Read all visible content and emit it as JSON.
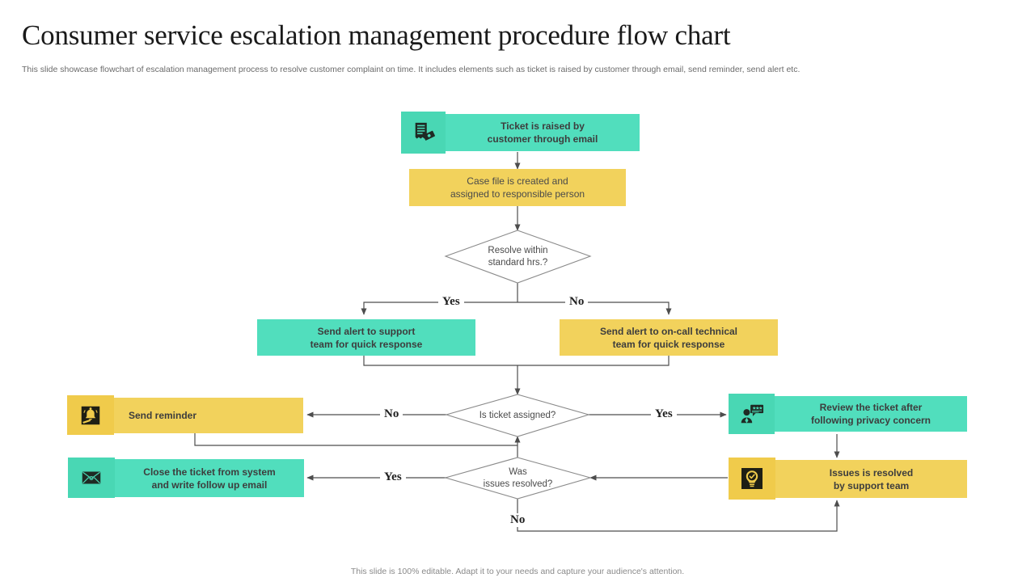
{
  "header": {
    "title": "Consumer service escalation management procedure flow chart",
    "subtitle": "This slide showcase flowchart of escalation management process to resolve customer complaint on time. It includes elements such as ticket is raised by customer through email, send reminder, send alert etc."
  },
  "footer": {
    "note": "This slide is 100% editable. Adapt it to your needs and capture your audience's attention."
  },
  "colors": {
    "teal": "#51debd",
    "teal_icon": "#49d7b4",
    "yellow": "#f2d25c",
    "yellow_icon": "#f0cb4b",
    "line": "#595959",
    "text_dark": "#3d3d3d"
  },
  "flow": {
    "nodes": {
      "ticket_raised": {
        "label": "Ticket is raised by\ncustomer through email",
        "fill": "teal",
        "icon": "document-ticket-icon"
      },
      "case_file": {
        "label": "Case file is created and\nassigned to responsible person",
        "fill": "yellow",
        "icon": null
      },
      "decision_resolve": {
        "label": "Resolve within\nstandard hrs.?",
        "shape": "diamond"
      },
      "alert_support": {
        "label": "Send alert to support\nteam for quick response",
        "fill": "teal",
        "icon": null
      },
      "alert_oncall": {
        "label": "Send alert to on-call technical\nteam for quick response",
        "fill": "yellow",
        "icon": null
      },
      "decision_assigned": {
        "label": "Is ticket assigned?",
        "shape": "diamond"
      },
      "send_reminder": {
        "label": "Send reminder",
        "fill": "yellow",
        "icon": "bell-reminder-icon"
      },
      "review_ticket": {
        "label": "Review the ticket after\nfollowing privacy concern",
        "fill": "teal",
        "icon": "agent-review-icon"
      },
      "decision_resolved": {
        "label": "Was\nissues resolved?",
        "shape": "diamond"
      },
      "close_ticket": {
        "label": "Close the ticket from system\nand write follow up email",
        "fill": "teal",
        "icon": "envelope-icon"
      },
      "issues_resolved": {
        "label": "Issues is resolved\nby support team",
        "fill": "yellow",
        "icon": "bulb-check-icon"
      }
    },
    "edge_labels": {
      "resolve_yes": "Yes",
      "resolve_no": "No",
      "assigned_no": "No",
      "assigned_yes": "Yes",
      "resolved_yes": "Yes",
      "resolved_no": "No"
    }
  }
}
